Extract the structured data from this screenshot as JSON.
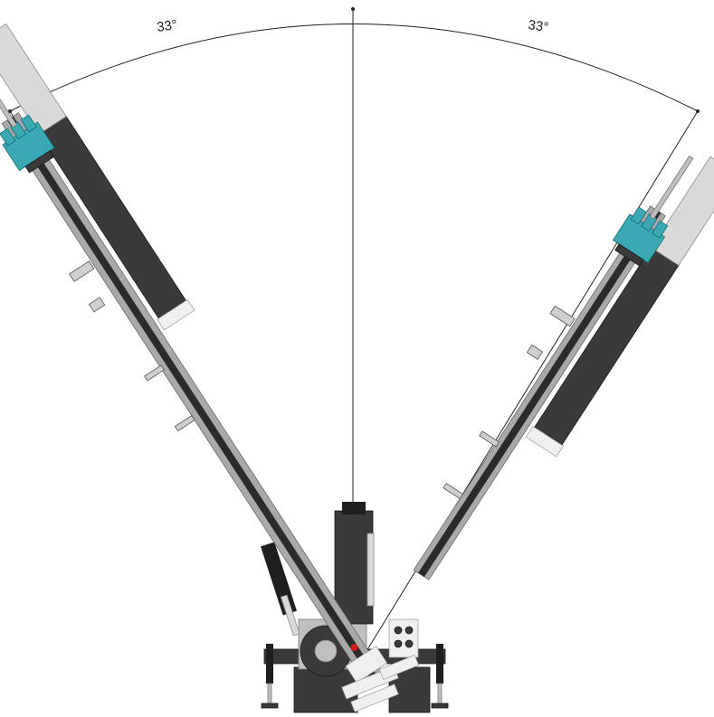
{
  "diagram": {
    "angles": {
      "left": {
        "label": "33°",
        "value": 33
      },
      "right": {
        "label": "33°",
        "value": 33
      }
    },
    "colors": {
      "arc": "#222222",
      "mast_dark": "#3a3a3a",
      "rotary_head": "#3aa9b3",
      "body_grey": "#bfbfbf",
      "marker": "#d11a1a"
    }
  }
}
